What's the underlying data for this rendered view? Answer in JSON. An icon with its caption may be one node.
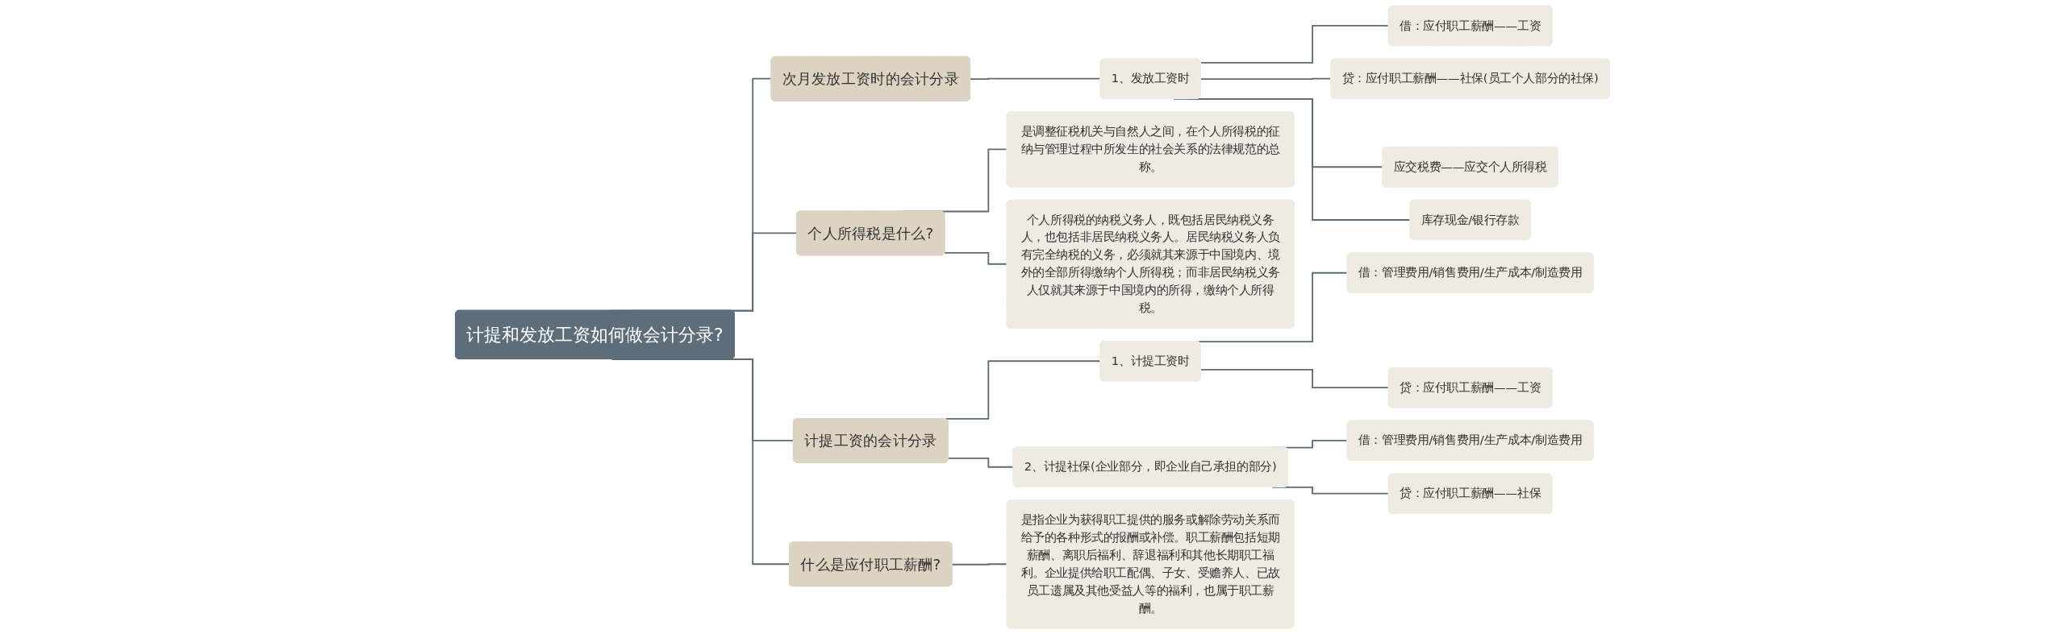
{
  "diagram": {
    "nodes": [
      {
        "text": [
          "计提和发放工资如何做会计分录?"
        ]
      },
      {
        "text": [
          "次月发放工资时的会计分录"
        ]
      },
      {
        "text": [
          "1、发放工资时"
        ]
      },
      {
        "text": [
          "借：应付职工薪酬——工资"
        ]
      },
      {
        "text": [
          "贷：应付职工薪酬——社保(员工个人部分的社保)"
        ]
      },
      {
        "text": [
          "应交税费——应交个人所得税"
        ]
      },
      {
        "text": [
          "库存现金/银行存款"
        ]
      },
      {
        "text": [
          "个人所得税是什么?"
        ]
      },
      {
        "text": [
          "是调整征税机关与自然人之间，在个人所得税的征纳与管理过程中所发生的社会关系的法律规范的总称。"
        ]
      },
      {
        "text": [
          "个人所得税的纳税义务人，既包括居民纳税义务人，也包括非居民纳税义务人。居民纳税义务人负有完全纳税的义务，必须就其来源于中国境内、境外的全部所得缴纳个人所得税；而非居民纳税义务人仅就其来源于中国境内的所得，缴纳个人所得税。"
        ]
      },
      {
        "text": [
          "计提工资的会计分录"
        ]
      },
      {
        "text": [
          "1、计提工资时"
        ]
      },
      {
        "text": [
          "借：管理费用/销售费用/生产成本/制造费用"
        ]
      },
      {
        "text": [
          "贷：应付职工薪酬——工资"
        ]
      },
      {
        "text": [
          "2、计提社保(企业部分，即企业自己承担的部分)"
        ]
      },
      {
        "text": [
          "借：管理费用/销售费用/生产成本/制造费用"
        ]
      },
      {
        "text": [
          "贷：应付职工薪酬——社保"
        ]
      },
      {
        "text": [
          "什么是应付职工薪酬?"
        ]
      },
      {
        "text": [
          "是指企业为获得职工提供的服务或解除劳动关系而给予的各种形式的报酬或补偿。职工薪酬包括短期薪酬、离职后福利、辞退福利和其他长期职工福利。企业提供给职工配偶、子女、受赡养人、已故员工遗属及其他受益人等的福利，也属于职工薪酬。"
        ]
      }
    ],
    "edges": [
      {
        "from": 0,
        "to": 1,
        "arrow": "none"
      },
      {
        "from": 1,
        "to": 2,
        "arrow": "none"
      },
      {
        "from": 2,
        "to": 3,
        "arrow": "none"
      },
      {
        "from": 2,
        "to": 4,
        "arrow": "none"
      },
      {
        "from": 2,
        "to": 5,
        "arrow": "none"
      },
      {
        "from": 2,
        "to": 6,
        "arrow": "none"
      },
      {
        "from": 0,
        "to": 7,
        "arrow": "none"
      },
      {
        "from": 7,
        "to": 8,
        "arrow": "none"
      },
      {
        "from": 7,
        "to": 9,
        "arrow": "none"
      },
      {
        "from": 0,
        "to": 10,
        "arrow": "none"
      },
      {
        "from": 10,
        "to": 11,
        "arrow": "none"
      },
      {
        "from": 11,
        "to": 12,
        "arrow": "none"
      },
      {
        "from": 11,
        "to": 13,
        "arrow": "none"
      },
      {
        "from": 10,
        "to": 14,
        "arrow": "none"
      },
      {
        "from": 14,
        "to": 15,
        "arrow": "none"
      },
      {
        "from": 14,
        "to": 16,
        "arrow": "none"
      },
      {
        "from": 0,
        "to": 17,
        "arrow": "none"
      },
      {
        "from": 17,
        "to": 18,
        "arrow": "none"
      }
    ]
  }
}
